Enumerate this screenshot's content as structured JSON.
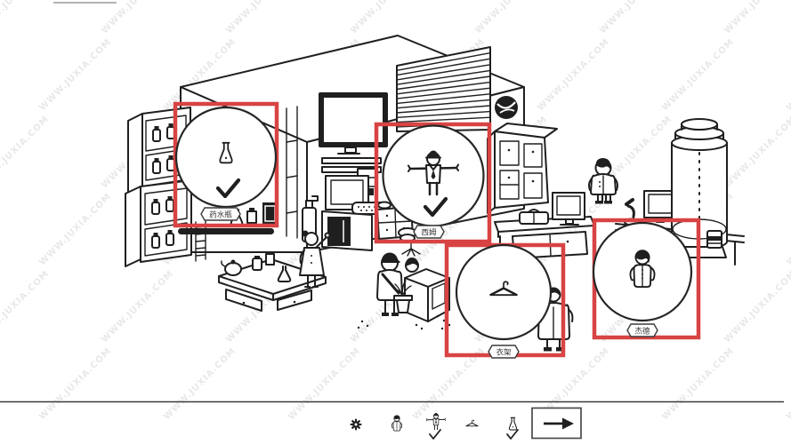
{
  "watermark": {
    "text": "WWW.JUXIA.COM"
  },
  "highlights": [
    {
      "name": "potion-bottle",
      "label": "药水瓶",
      "found": true
    },
    {
      "name": "sim",
      "label": "西姆",
      "found": true
    },
    {
      "name": "clothes-hanger",
      "label": "衣架",
      "found": false
    },
    {
      "name": "jade",
      "label": "杰德",
      "found": false
    }
  ],
  "toolbar": {
    "settings": {
      "icon": "gear-icon"
    },
    "targets": [
      {
        "name": "jade",
        "icon": "person-icon",
        "found": false
      },
      {
        "name": "sim",
        "icon": "scarecrow-icon",
        "found": true
      },
      {
        "name": "clothes-hanger",
        "icon": "hanger-icon",
        "found": false
      },
      {
        "name": "potion-bottle",
        "icon": "flask-icon",
        "found": true
      }
    ],
    "next_button": {
      "icon": "right-arrow-icon"
    }
  },
  "colors": {
    "highlight_red": "#d84343",
    "ink": "#1f1f1f",
    "background": "#ffffff",
    "watermark_gray": "#c9c9c9"
  }
}
